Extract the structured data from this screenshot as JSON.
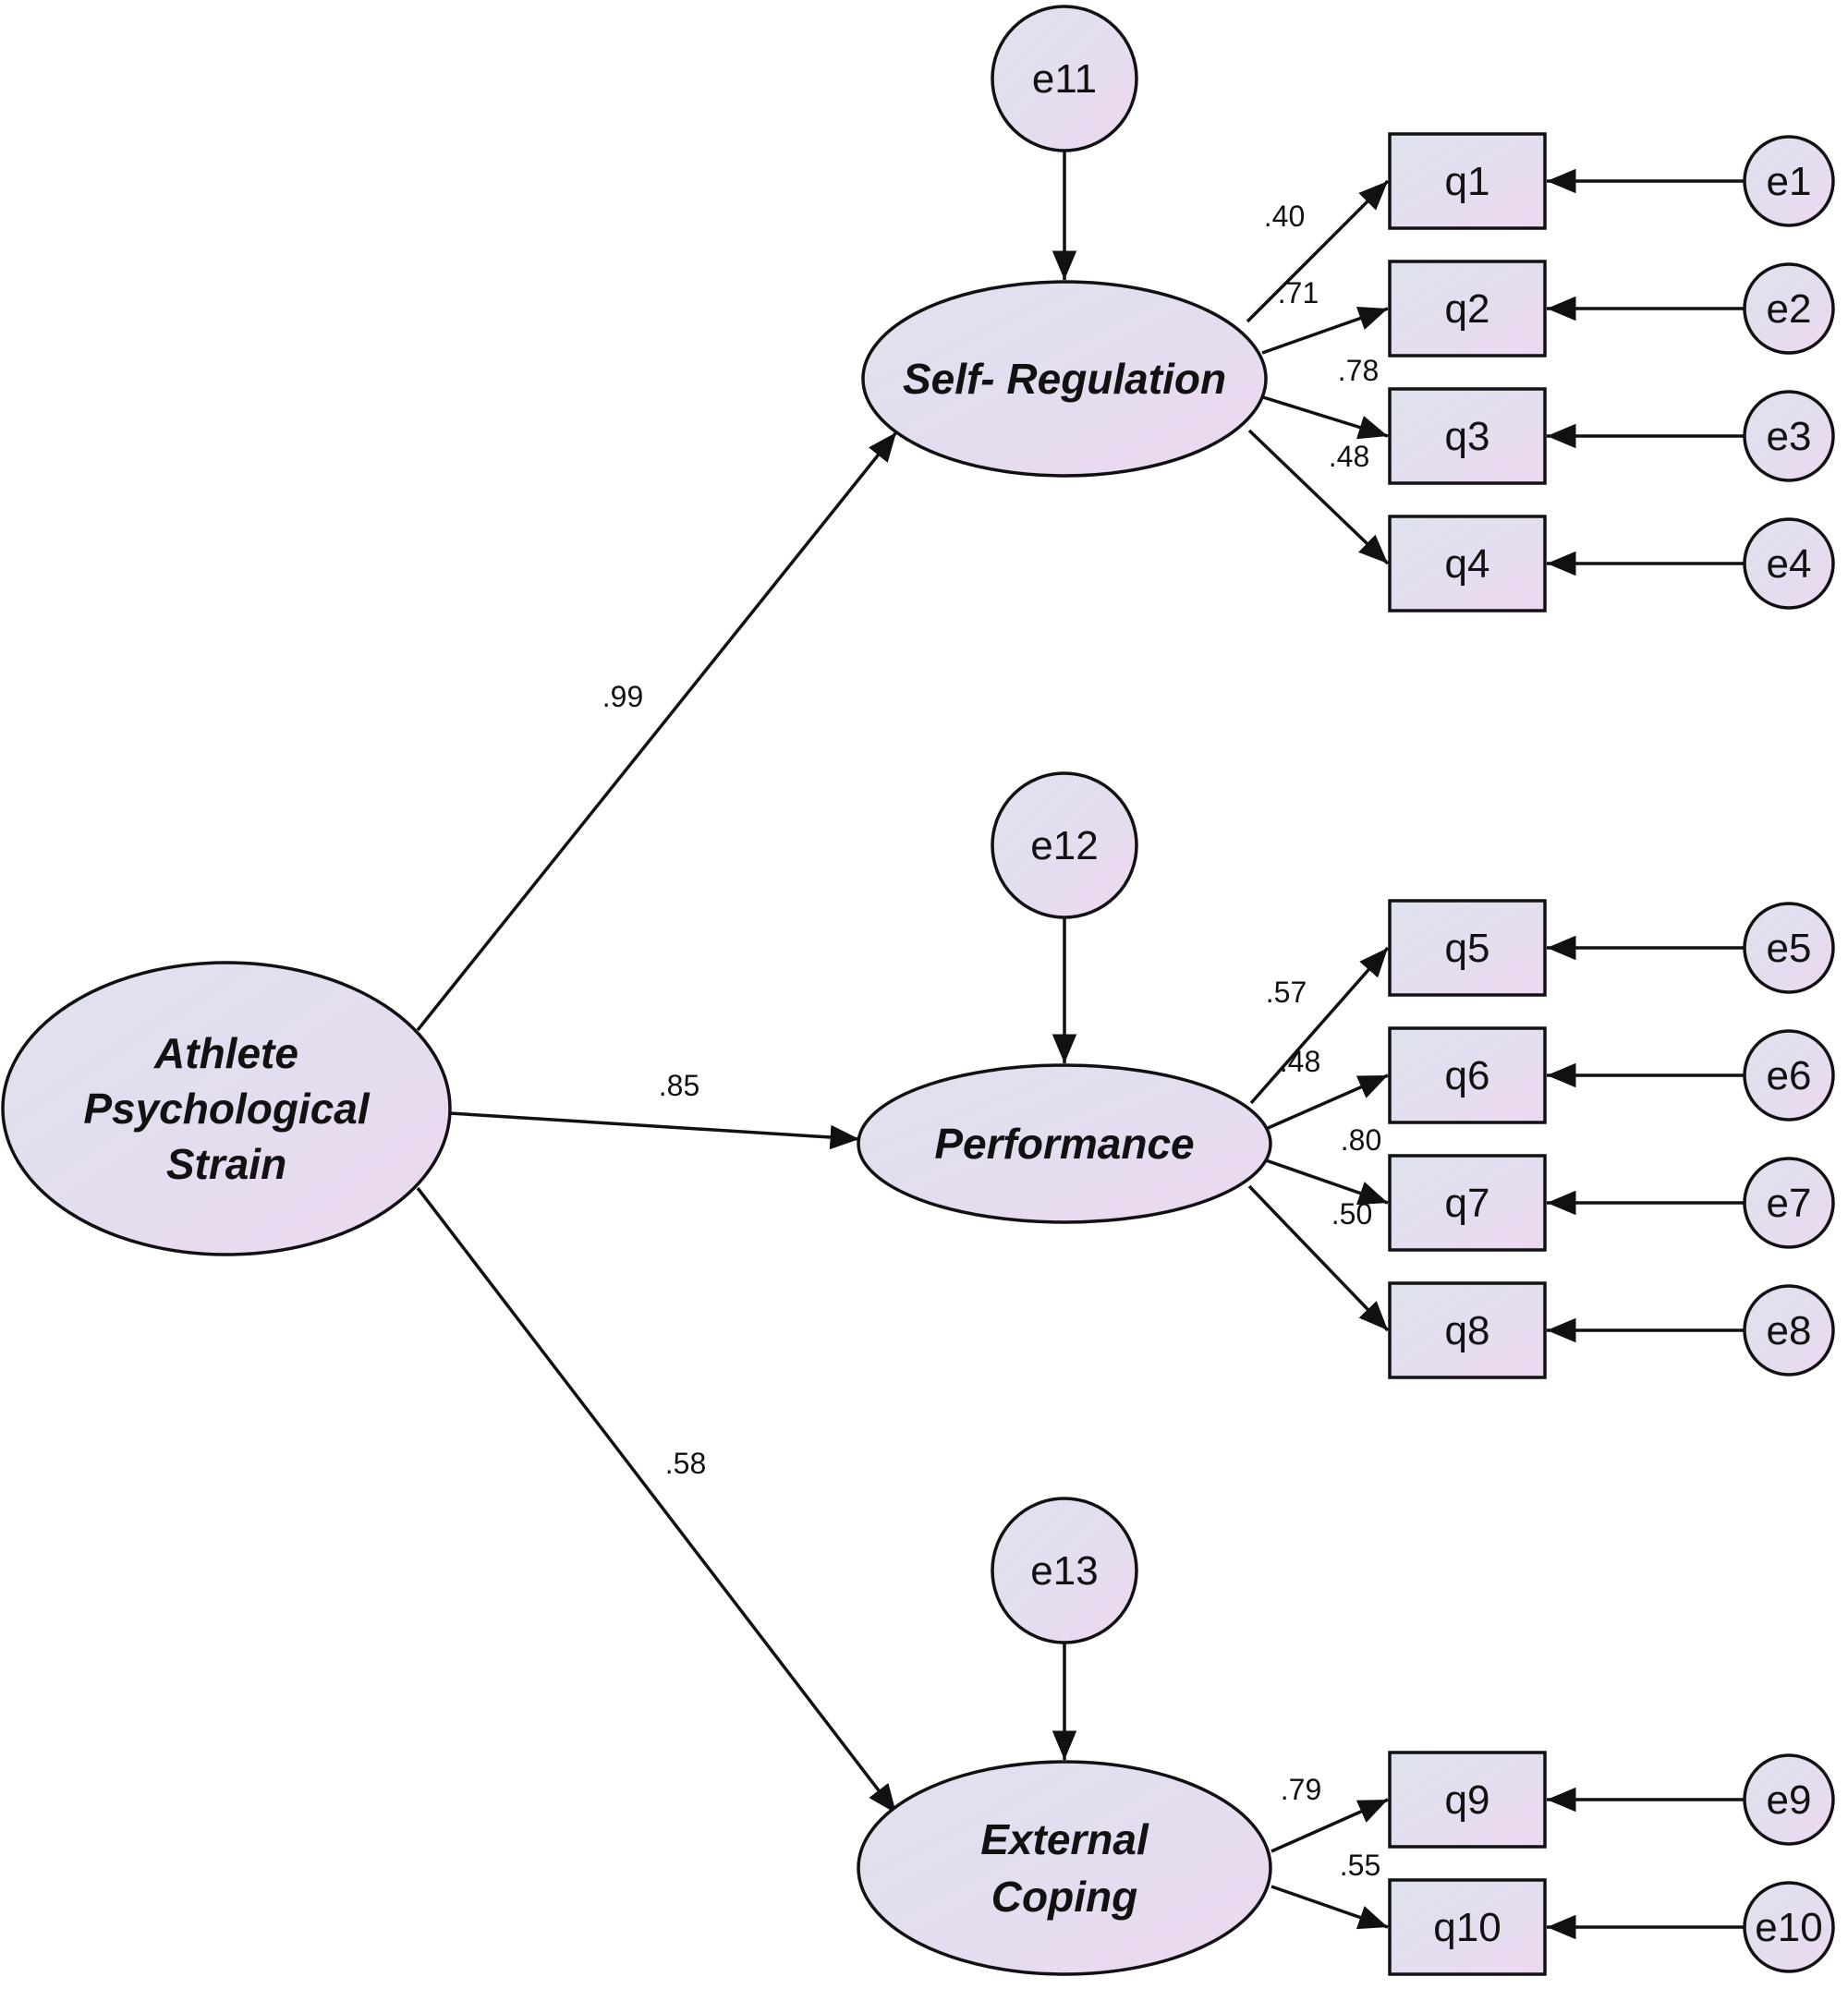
{
  "colors": {
    "fill_start": "#dde2ee",
    "fill_end": "#ecd8f0",
    "stroke": "#111111"
  },
  "latents": [
    {
      "id": "aps",
      "lines": [
        "Athlete",
        "Psychological",
        "Strain"
      ]
    },
    {
      "id": "sr",
      "lines": [
        "Self- Regulation"
      ]
    },
    {
      "id": "perf",
      "lines": [
        "Performance"
      ]
    },
    {
      "id": "ec",
      "lines": [
        "External",
        "Coping"
      ]
    }
  ],
  "disturbances": [
    {
      "id": "e11",
      "label": "e11",
      "target": "sr"
    },
    {
      "id": "e12",
      "label": "e12",
      "target": "perf"
    },
    {
      "id": "e13",
      "label": "e13",
      "target": "ec"
    }
  ],
  "indicators": [
    {
      "id": "q1",
      "label": "q1",
      "factor": "sr",
      "loading": ".40",
      "error": "e1"
    },
    {
      "id": "q2",
      "label": "q2",
      "factor": "sr",
      "loading": ".71",
      "error": "e2"
    },
    {
      "id": "q3",
      "label": "q3",
      "factor": "sr",
      "loading": ".78",
      "error": "e3"
    },
    {
      "id": "q4",
      "label": "q4",
      "factor": "sr",
      "loading": ".48",
      "error": "e4"
    },
    {
      "id": "q5",
      "label": "q5",
      "factor": "perf",
      "loading": ".57",
      "error": "e5"
    },
    {
      "id": "q6",
      "label": "q6",
      "factor": "perf",
      "loading": ".48",
      "error": "e6"
    },
    {
      "id": "q7",
      "label": "q7",
      "factor": "perf",
      "loading": ".80",
      "error": "e7"
    },
    {
      "id": "q8",
      "label": "q8",
      "factor": "perf",
      "loading": ".50",
      "error": "e8"
    },
    {
      "id": "q9",
      "label": "q9",
      "factor": "ec",
      "loading": ".79",
      "error": "e9"
    },
    {
      "id": "q10",
      "label": "q10",
      "factor": "ec",
      "loading": ".55",
      "error": "e10"
    }
  ],
  "paths": [
    {
      "from": "aps",
      "to": "sr",
      "coefficient": ".99"
    },
    {
      "from": "aps",
      "to": "perf",
      "coefficient": ".85"
    },
    {
      "from": "aps",
      "to": "ec",
      "coefficient": ".58"
    }
  ]
}
